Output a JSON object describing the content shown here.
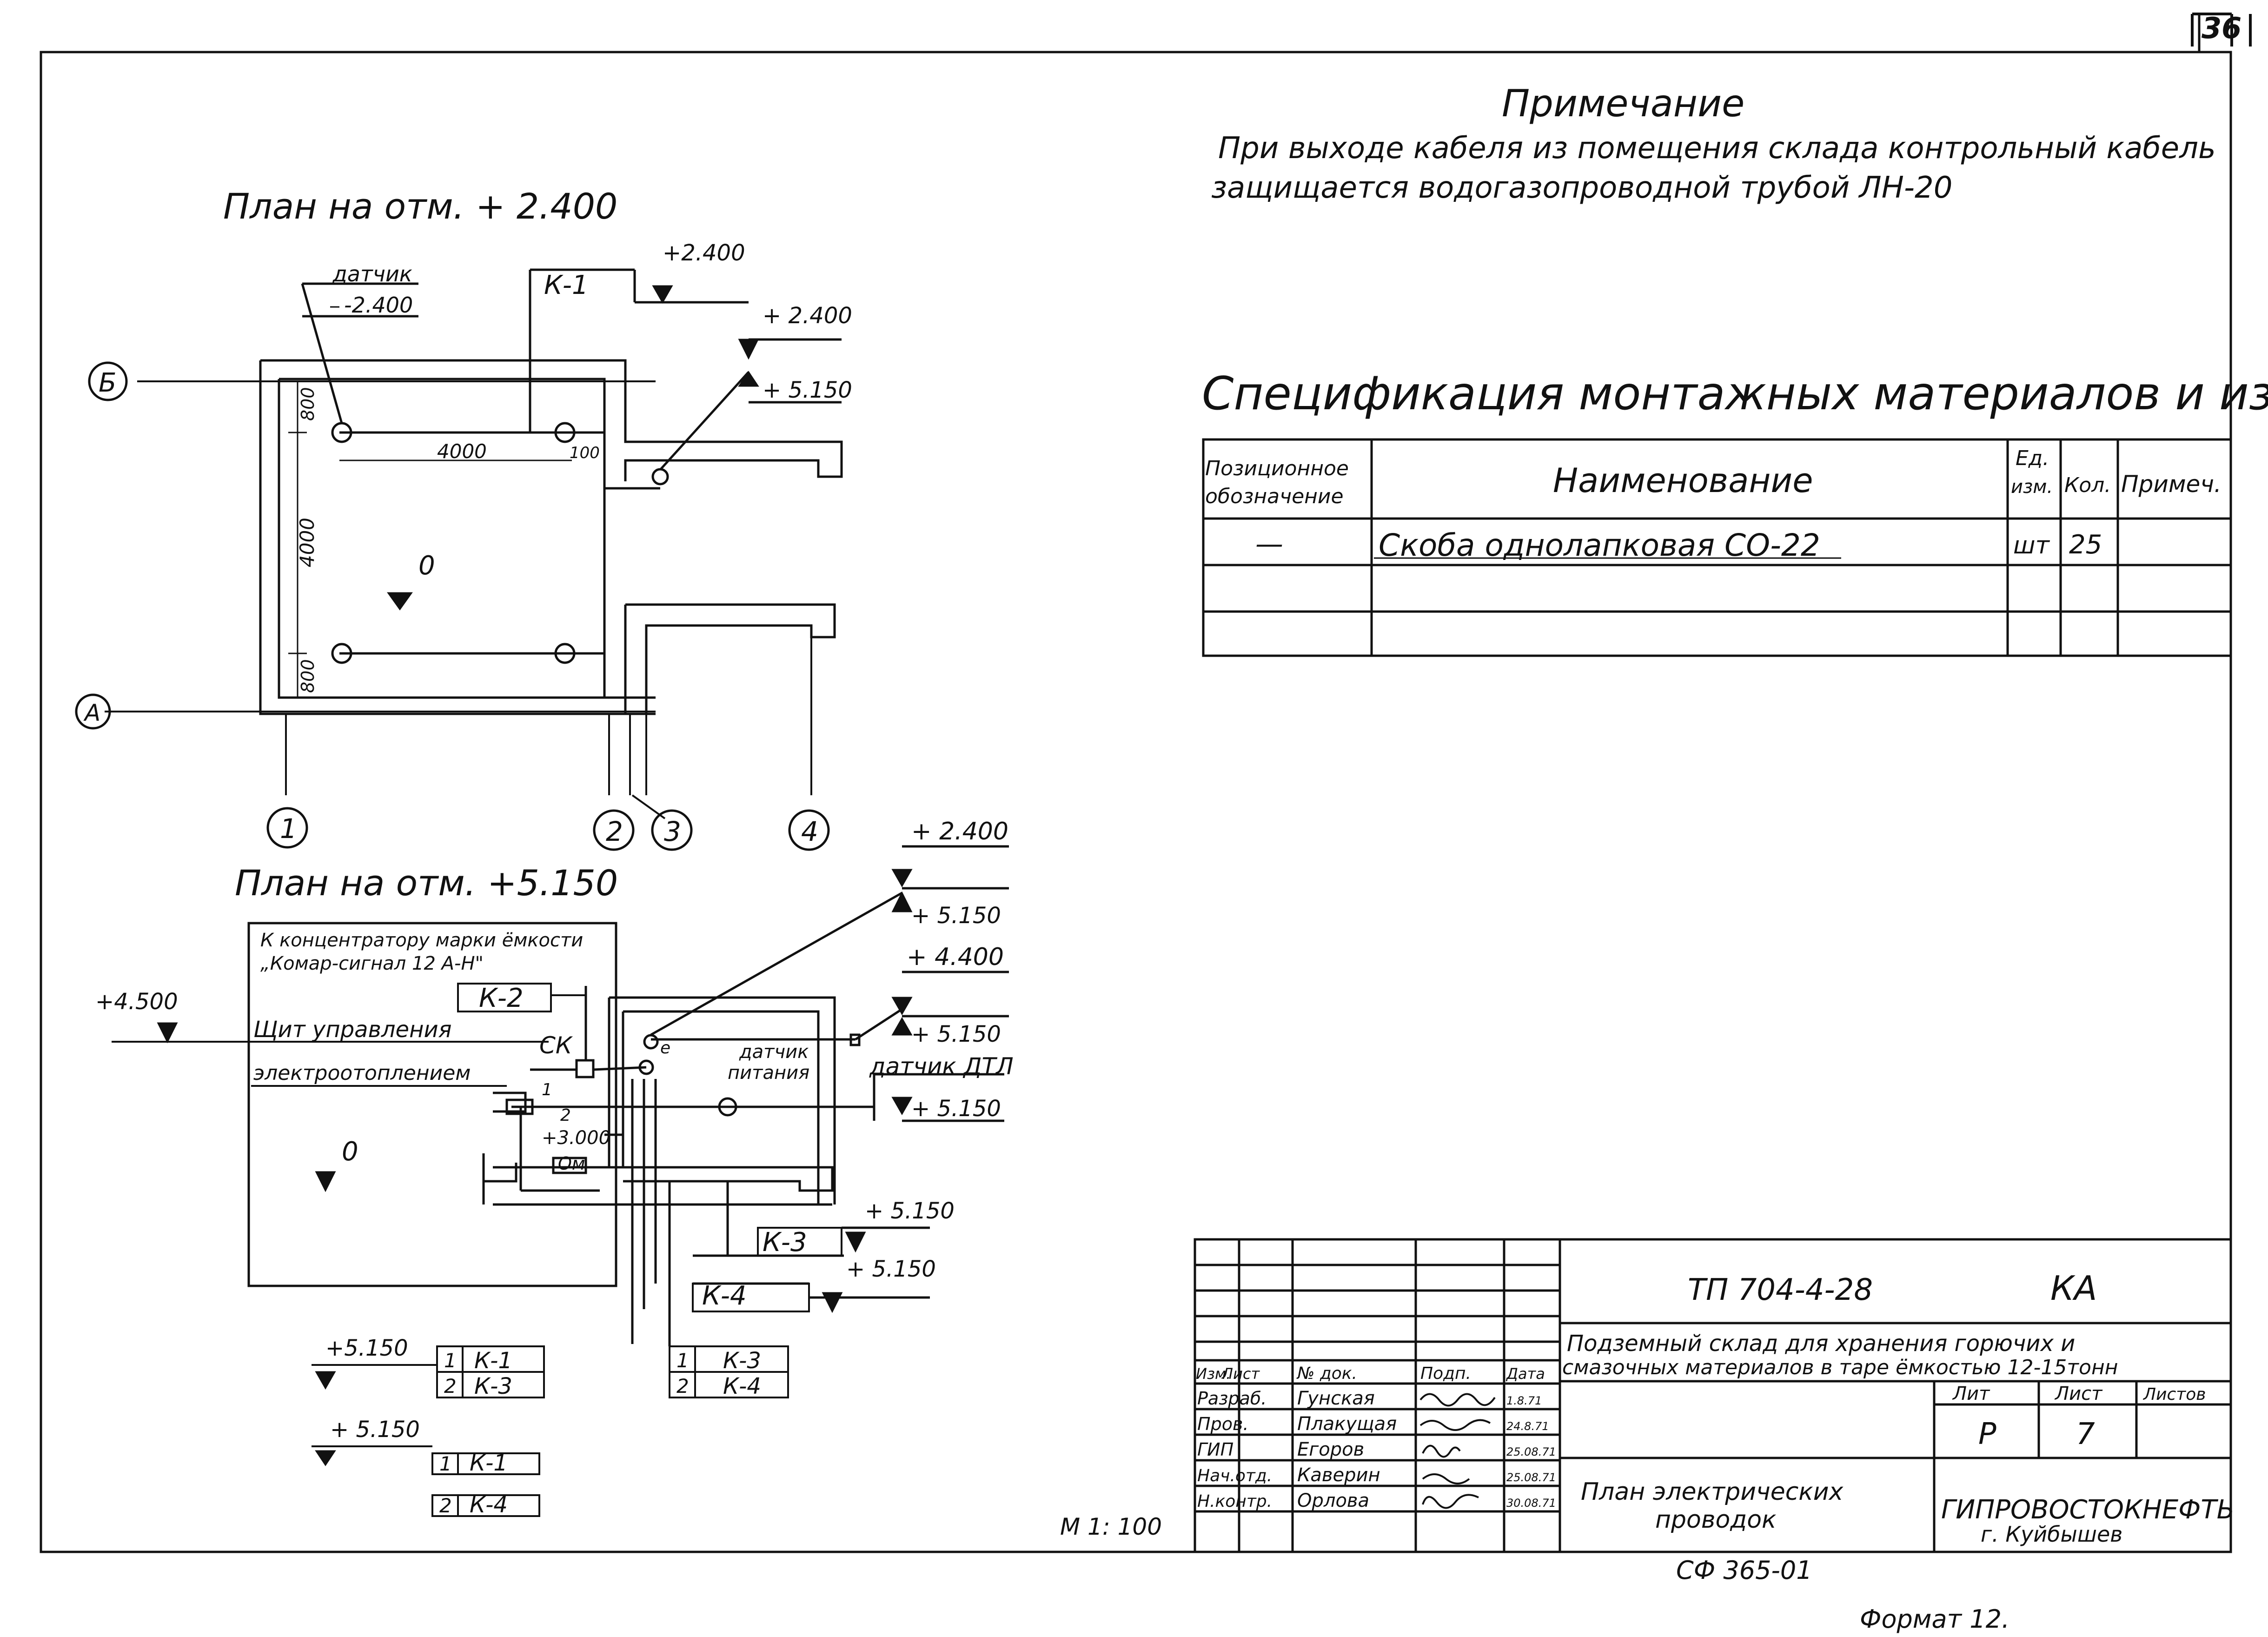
{
  "sheet": {
    "corner_number": "36",
    "format_label": "Формат 12.",
    "album_code": "СФ 365-01",
    "scale": "М 1: 100"
  },
  "note": {
    "title": "Примечание",
    "line1": "При выходе кабеля из помещения склада контрольный кабель",
    "line2": "защищается водогазопроводной трубой ЛН-20"
  },
  "plan_upper": {
    "title": "План на отм. + 2.400",
    "sensor_label": "датчик",
    "sensor_level": "-2.400",
    "cable": "К-1",
    "level_top": "+2.400",
    "level_a": "+ 2.400",
    "level_b": "+ 5.150",
    "dim_4000_h": "4000",
    "dim_100": "100",
    "dim_800_top": "800",
    "dim_4000_v": "4000",
    "dim_800_bottom": "800",
    "floor_level": "0",
    "axis_b": "Б",
    "axis_a": "А",
    "axis_1": "1",
    "axis_2": "2",
    "axis_3": "3",
    "axis_4": "4"
  },
  "plan_lower": {
    "title": "План на отм. +5.150",
    "concentrator_1": "К концентратору марки ёмкости",
    "concentrator_2": "„Комар-сигнал 12 А-Н\"",
    "cable_k2": "К-2",
    "level_4500": "+4.500",
    "panel_1": "Щит управления",
    "panel_2": "электроотоплением",
    "ck": "СК",
    "sensor_power_1": "датчик",
    "sensor_power_2": "питания",
    "sensor_dtl": "датчик ДТЛ",
    "level_2400": "+ 2.400",
    "level_5150_a": "+ 5.150",
    "level_4400": "+ 4.400",
    "level_5150_b": "+ 5.150",
    "level_5150_c": "+ 5.150",
    "level_3000": "+3.000",
    "om": "Ом",
    "num_1": "1",
    "num_2": "2",
    "num_e": "е",
    "floor_level": "0",
    "level_5150_k3": "+ 5.150",
    "cable_k3": "К-3",
    "level_5150_k4": "+ 5.150",
    "cable_k4": "К-4"
  },
  "cable_groups": {
    "g1_level": "+5.150",
    "g1_r1_n": "1",
    "g1_r1_c": "К-1",
    "g1_r2_n": "2",
    "g1_r2_c": "К-3",
    "g2_r1_n": "1",
    "g2_r1_c": "К-3",
    "g2_r2_n": "2",
    "g2_r2_c": "К-4",
    "g3_level": "+ 5.150",
    "g3_r1_n": "1",
    "g3_r1_c": "К-1",
    "g3_r2_n": "2",
    "g3_r2_c": "К-4"
  },
  "spec": {
    "title": "Спецификация монтажных материалов и изделий",
    "headers": {
      "pos_1": "Позиционное",
      "pos_2": "обозначение",
      "name": "Наименование",
      "unit_1": "Ед.",
      "unit_2": "изм.",
      "qty": "Кол.",
      "note": "Примеч."
    },
    "rows": [
      {
        "pos": "—",
        "name": "Скоба однолапковая СО-22",
        "unit": "шт",
        "qty": "25",
        "note": ""
      },
      {
        "pos": "",
        "name": "",
        "unit": "",
        "qty": "",
        "note": ""
      },
      {
        "pos": "",
        "name": "",
        "unit": "",
        "qty": "",
        "note": ""
      }
    ]
  },
  "title_block": {
    "code": "ТП 704-4-28",
    "mark": "КА",
    "project_1": "Подземный склад для хранения горючих и",
    "project_2": "смазочных материалов в таре ёмкостью 12-15тонн",
    "col_izm": "Изм.",
    "col_list": "Лист",
    "col_doc": "№ док.",
    "col_sign": "Подп.",
    "col_date": "Дата",
    "staff": [
      {
        "role": "Разраб.",
        "name": "Гунская",
        "date": "1.8.71"
      },
      {
        "role": "Пров.",
        "name": "Плакущая",
        "date": "24.8.71"
      },
      {
        "role": "ГИП",
        "name": "Егоров",
        "date": "25.08.71"
      },
      {
        "role": "Нач.отд.",
        "name": "Каверин",
        "date": "25.08.71"
      },
      {
        "role": "Н.контр.",
        "name": "Орлова",
        "date": "30.08.71"
      }
    ],
    "lit_label": "Лит",
    "sheet_label": "Лист",
    "sheets_label": "Листов",
    "lit": "Р",
    "sheet": "7",
    "sheets": "",
    "drawing_1": "План электрических",
    "drawing_2": "проводок",
    "org_1": "ГИПРОВОСТОКНЕФТЬ",
    "org_2": "г. Куйбышев"
  }
}
